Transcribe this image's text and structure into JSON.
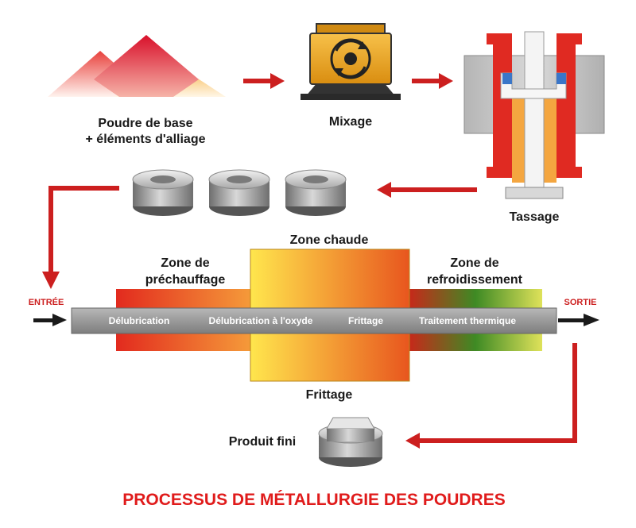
{
  "labels": {
    "powder_line1": "Poudre de base",
    "powder_line2": "+ éléments d'alliage",
    "mixing": "Mixage",
    "pressing": "Tassage",
    "hot_zone": "Zone chaude",
    "preheat_line1": "Zone de",
    "preheat_line2": "préchauffage",
    "cooling_line1": "Zone de",
    "cooling_line2": "refroidissement",
    "entry": "ENTRÉE",
    "exit": "SORTIE",
    "sintering": "Frittage",
    "finished_product": "Produit fini"
  },
  "tube_stages": [
    "Délubrication",
    "Délubrication à l'oxyde",
    "Frittage",
    "Traitement thermique"
  ],
  "title": "PROCESSUS DE MÉTALLURGIE DES POUDRES",
  "colors": {
    "arrow": "#cc1f1f",
    "title": "#e01b1b",
    "tube": "#9a9a9a",
    "hot_zone_start": "#ffe34d",
    "hot_zone_end": "#e85a1e",
    "cooling_start": "#cc2a1a",
    "cooling_end": "#d8e04a",
    "die_red": "#e02a22",
    "die_orange": "#f4a640"
  },
  "icons": [
    "powder-pile-icon",
    "mixer-icon",
    "press-die-icon",
    "compacted-part-icon",
    "finished-part-icon"
  ]
}
